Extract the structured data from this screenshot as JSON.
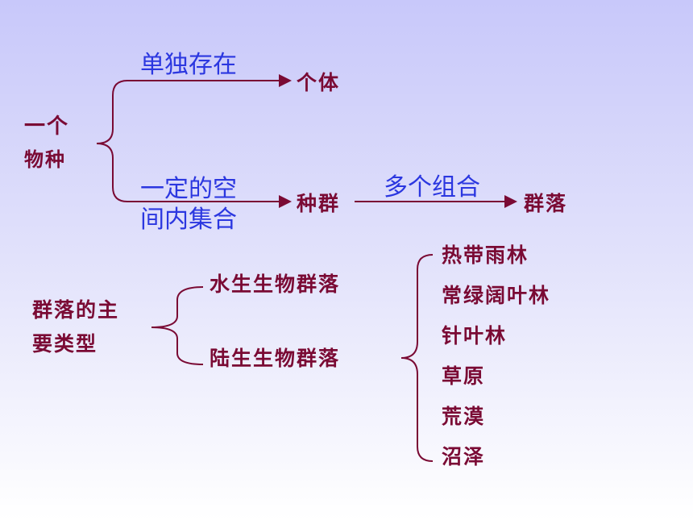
{
  "top": {
    "source_l1": "一个",
    "source_l2": "物种",
    "upper_label": "单独存在",
    "upper_target": "个体",
    "lower_label_l1": "一定的空",
    "lower_label_l2": "间内集合",
    "lower_target": "种群",
    "combine_label": "多个组合",
    "final_target": "群落"
  },
  "bottom": {
    "root_l1": "群落的主",
    "root_l2": "要类型",
    "aquatic": "水生生物群落",
    "terrestrial": "陆生生物群落",
    "types": [
      "热带雨林",
      "常绿阔叶林",
      "针叶林",
      "草原",
      "荒漠",
      "沼泽"
    ]
  },
  "colors": {
    "dark": "#7a0a34",
    "blue": "#2b37e0"
  }
}
